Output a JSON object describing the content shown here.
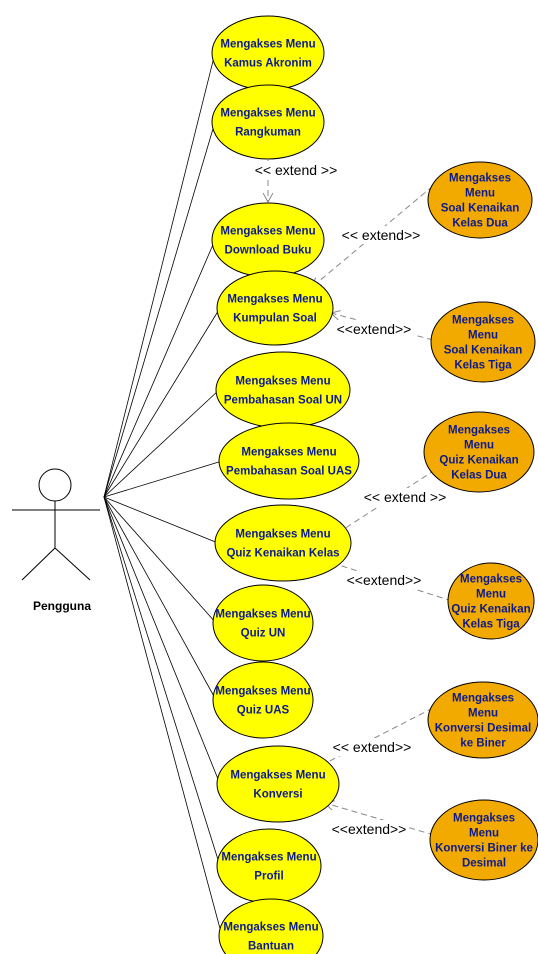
{
  "actor": {
    "name": "Pengguna"
  },
  "colors": {
    "base_fill": "#ffff00",
    "ext_fill": "#f2a900",
    "outline": "#000000",
    "text": "#0b1a8c",
    "dash": "#888888"
  },
  "use_cases": [
    {
      "id": "kamus",
      "lines": [
        "Mengakses Menu",
        "Kamus Akronim"
      ]
    },
    {
      "id": "rangkuman",
      "lines": [
        "Mengakses Menu",
        "Rangkuman"
      ]
    },
    {
      "id": "download",
      "lines": [
        "Mengakses Menu",
        "Download Buku"
      ]
    },
    {
      "id": "kumpulan",
      "lines": [
        "Mengakses Menu",
        "Kumpulan Soal"
      ]
    },
    {
      "id": "bahas-un",
      "lines": [
        "Mengakses Menu",
        "Pembahasan Soal UN"
      ]
    },
    {
      "id": "bahas-uas",
      "lines": [
        "Mengakses Menu",
        "Pembahasan Soal UAS"
      ]
    },
    {
      "id": "quiz-naik",
      "lines": [
        "Mengakses Menu",
        "Quiz Kenaikan Kelas"
      ]
    },
    {
      "id": "quiz-un",
      "lines": [
        "Mengakses Menu",
        "Quiz UN"
      ]
    },
    {
      "id": "quiz-uas",
      "lines": [
        "Mengakses Menu",
        "Quiz UAS"
      ]
    },
    {
      "id": "konversi",
      "lines": [
        "Mengakses Menu",
        "Konversi"
      ]
    },
    {
      "id": "profil",
      "lines": [
        "Mengakses Menu",
        "Profil"
      ]
    },
    {
      "id": "bantuan",
      "lines": [
        "Mengakses Menu",
        "Bantuan"
      ]
    }
  ],
  "extensions": [
    {
      "id": "soal-dua",
      "lines": [
        "Mengakses",
        "Menu",
        "Soal Kenaikan",
        "Kelas Dua"
      ]
    },
    {
      "id": "soal-tiga",
      "lines": [
        "Mengakses",
        "Menu",
        "Soal Kenaikan",
        "Kelas Tiga"
      ]
    },
    {
      "id": "quiz-dua",
      "lines": [
        "Mengakses",
        "Menu",
        "Quiz Kenaikan",
        "Kelas Dua"
      ]
    },
    {
      "id": "quiz-tiga",
      "lines": [
        "Mengakses",
        "Menu",
        "Quiz Kenaikan",
        "Kelas Tiga"
      ]
    },
    {
      "id": "desimal-biner",
      "lines": [
        "Mengakses",
        "Menu",
        "Konversi Desimal",
        "ke Biner"
      ]
    },
    {
      "id": "biner-desimal",
      "lines": [
        "Mengakses",
        "Menu",
        "Konversi Biner ke",
        "Desimal"
      ]
    }
  ],
  "extend_labels": {
    "rangkuman_download": "<< extend >>",
    "download_soal_dua": "<< extend>>",
    "kumpulan_soal_tiga": "<<extend>>",
    "quiz_dua": "<< extend >>",
    "quiz_tiga": "<<extend>>",
    "konversi_desimal": "<< extend>>",
    "konversi_biner": "<<extend>>"
  }
}
